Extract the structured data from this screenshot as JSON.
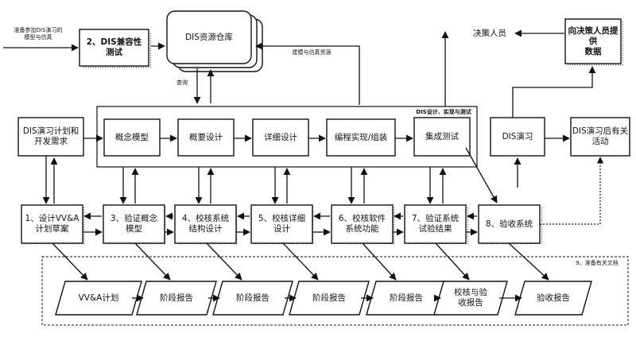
{
  "top": {
    "prep_note": "准备参加DIS演习的\n模型与仿真",
    "compat_test": "2、DIS兼容性\n测试",
    "repository": "DIS资源仓库",
    "query": "查询",
    "build_resources": "建模与仿真资源",
    "decision_makers": "决策人员",
    "provide_data": "向决策人员提供\n数据"
  },
  "dev_group": {
    "title": "DIS设计、实现与测试",
    "requirements": "DIS演习计划和\n开发需求",
    "concept": "概念模型",
    "prelim": "概要设计",
    "detailed": "详细设计",
    "implement": "编程实现/组装",
    "integration": "集成测试",
    "exercise": "DIS演习",
    "post": "DIS演习后有关\n活动"
  },
  "vva_steps": [
    "1、设计VV&A\n计划草案",
    "3、验证概念\n模型",
    "4、校核系统\n结构设计",
    "5、校核详细\n设计",
    "6、校核软件\n系统功能",
    "7、验证系统\n试验结果",
    "8、验收系统"
  ],
  "docs": {
    "title": "9、准备有关文档",
    "items": [
      "VV&A计划",
      "阶段报告",
      "阶段报告",
      "阶段报告",
      "阶段报告",
      "校核与验\n收报告",
      "验收报告"
    ]
  }
}
